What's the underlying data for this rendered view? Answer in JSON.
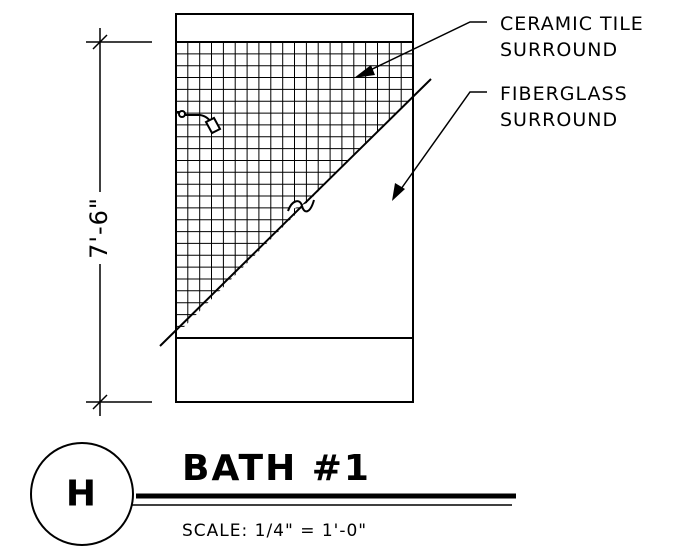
{
  "labels": {
    "ceramic_line1": "CERAMIC TILE",
    "ceramic_line2": "SURROUND",
    "fiberglass_line1": "FIBERGLASS",
    "fiberglass_line2": "SURROUND",
    "dimension": "7'-6\"",
    "detail_letter": "H",
    "title": "BATH #1",
    "scale": "SCALE: 1/4\" = 1'-0\""
  },
  "colors": {
    "line": "#000000",
    "background": "#ffffff"
  }
}
